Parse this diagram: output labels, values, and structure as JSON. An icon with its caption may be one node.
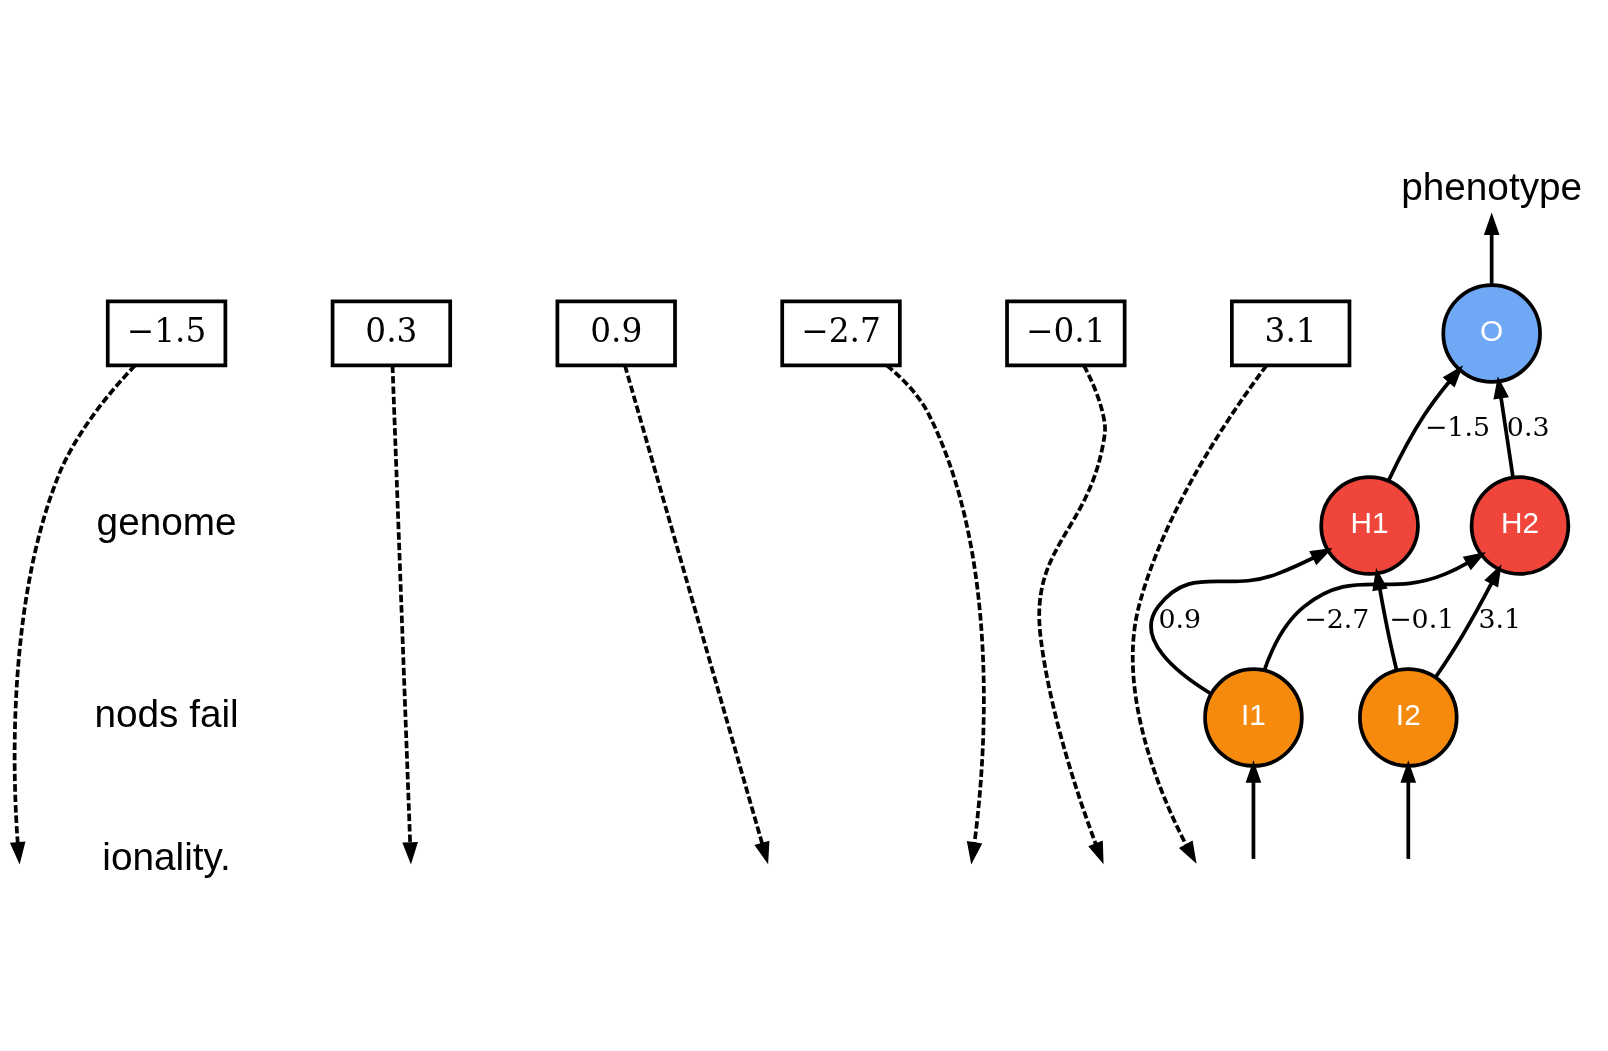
{
  "diagram": {
    "nodes": [
      {
        "text": [
          "−1.5"
        ]
      },
      {
        "text": [
          "0.3"
        ]
      },
      {
        "text": [
          "0.9"
        ]
      },
      {
        "text": [
          "−2.7"
        ]
      },
      {
        "text": [
          "−0.1"
        ]
      },
      {
        "text": [
          "3.1"
        ]
      },
      {
        "text": [
          "phenotype"
        ]
      },
      {
        "text": [
          "O"
        ]
      },
      {
        "text": [
          "H1"
        ]
      },
      {
        "text": [
          "H2"
        ]
      },
      {
        "text": [
          "I1"
        ]
      },
      {
        "text": [
          "I2"
        ]
      }
    ],
    "edges": [
      {
        "from": 7,
        "to": 6,
        "arrow": "to"
      },
      {
        "from": 8,
        "to": 7,
        "arrow": "to",
        "label": "−1.5"
      },
      {
        "from": 9,
        "to": 7,
        "arrow": "to",
        "label": "0.3"
      },
      {
        "from": 10,
        "to": 8,
        "arrow": "to",
        "label": "0.9"
      },
      {
        "from": 11,
        "to": 8,
        "arrow": "to",
        "label": "−0.1"
      },
      {
        "from": 10,
        "to": 9,
        "arrow": "to",
        "label": "−2.7"
      },
      {
        "from": 11,
        "to": 9,
        "arrow": "to",
        "label": "3.1"
      },
      {
        "from": null,
        "to": 10,
        "arrow": "to"
      },
      {
        "from": null,
        "to": 11,
        "arrow": "to"
      },
      {
        "from": 0,
        "to": null,
        "arrow": "to",
        "style": "dashed"
      },
      {
        "from": 1,
        "to": null,
        "arrow": "to",
        "style": "dashed"
      },
      {
        "from": 2,
        "to": null,
        "arrow": "to",
        "style": "dashed"
      },
      {
        "from": 3,
        "to": null,
        "arrow": "to",
        "style": "dashed"
      },
      {
        "from": 4,
        "to": null,
        "arrow": "to",
        "style": "dashed"
      },
      {
        "from": 5,
        "to": null,
        "arrow": "to",
        "style": "dashed"
      }
    ],
    "labels": [
      "genome",
      "nods fail",
      "ionality."
    ]
  }
}
